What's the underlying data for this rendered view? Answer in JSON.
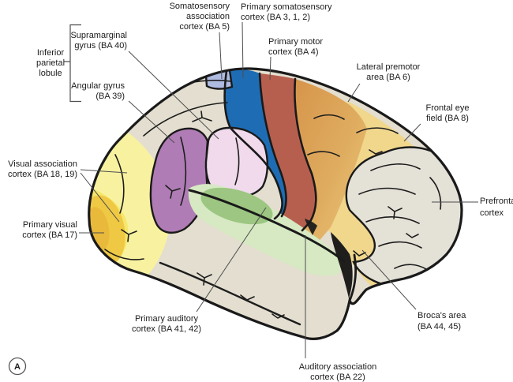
{
  "figure": {
    "panel_label": "A",
    "background_color": "#ffffff",
    "outline_color": "#1a1a1a",
    "brain_base_color": "#e3decf"
  },
  "regions": [
    {
      "id": "somatosensory-association-cortex",
      "lines": [
        "Somatosensory",
        "association",
        "cortex (BA 5)"
      ],
      "color": "#afbae1"
    },
    {
      "id": "primary-somatosensory-cortex",
      "lines": [
        "Primary somatosensory",
        "cortex (BA 3, 1, 2)"
      ],
      "color": "#1e6db4"
    },
    {
      "id": "primary-motor-cortex",
      "lines": [
        "Primary motor",
        "cortex (BA 4)"
      ],
      "color": "#b75f4e"
    },
    {
      "id": "lateral-premotor-area",
      "lines": [
        "Lateral premotor",
        "area (BA 6)"
      ],
      "color": "#d6954b"
    },
    {
      "id": "frontal-eye-field",
      "lines": [
        "Frontal eye",
        "field (BA 8)"
      ],
      "color": "#f0d78c"
    },
    {
      "id": "prefrontal-cortex",
      "lines": [
        "Prefrontal",
        "cortex"
      ],
      "color": "#e4e1d7"
    },
    {
      "id": "brocas-area",
      "lines": [
        "Broca's area",
        "(BA 44, 45)"
      ],
      "color": "#f0d086"
    },
    {
      "id": "auditory-association-cortex",
      "lines": [
        "Auditory association",
        "cortex (BA 22)"
      ],
      "color": "#d6e9c3"
    },
    {
      "id": "primary-auditory-cortex",
      "lines": [
        "Primary auditory",
        "cortex (BA 41, 42)"
      ],
      "color": "#9cc681"
    },
    {
      "id": "primary-visual-cortex",
      "lines": [
        "Primary visual",
        "cortex (BA 17)"
      ],
      "color": "#efc944"
    },
    {
      "id": "visual-association-cortex",
      "lines": [
        "Visual association",
        "cortex (BA 18, 19)"
      ],
      "color": "#f8f2a0"
    },
    {
      "id": "angular-gyrus",
      "lines": [
        "Angular gyrus",
        "(BA 39)"
      ],
      "color": "#b07cb5"
    },
    {
      "id": "supramarginal-gyrus",
      "lines": [
        "Supramarginal",
        "gyrus (BA 40)"
      ],
      "color": "#f0daec"
    },
    {
      "id": "inferior-parietal-lobule",
      "lines": [
        "Inferior",
        "parietal",
        "lobule"
      ]
    }
  ]
}
